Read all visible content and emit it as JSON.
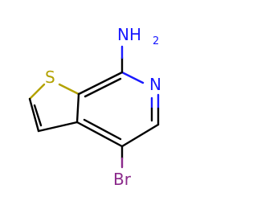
{
  "molecule": {
    "atoms": {
      "sulfur": "S",
      "nitrogen": "N",
      "amine": "NH",
      "amine_subscript": "2",
      "bromine": "Br"
    },
    "colors": {
      "sulfur": "#b3a200",
      "nitrogen": "#1a1aff",
      "bromine": "#8b2a8b",
      "carbon_bond": "#000000"
    }
  }
}
